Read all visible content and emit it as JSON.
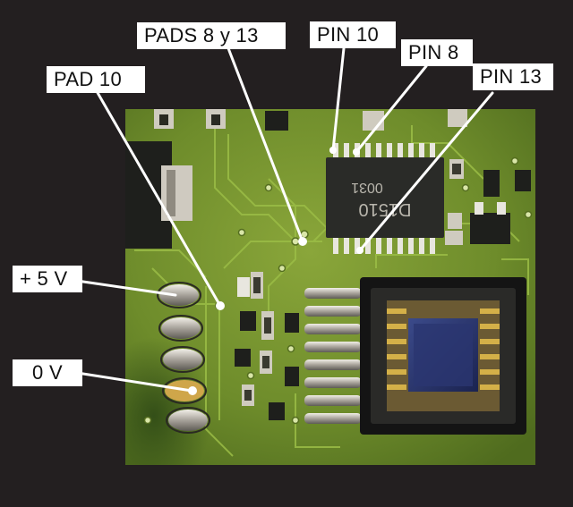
{
  "labels": {
    "pads_8_13": "PADS  8 y 13",
    "pin_10": "PIN 10",
    "pin_8": "PIN 8",
    "pin_13": "PIN 13",
    "pad_10": "PAD 10",
    "plus_5v": "+ 5 V",
    "zero_v": "0 V"
  },
  "chip_marking": {
    "line1": "D1510",
    "line2": "0031"
  },
  "colors": {
    "background": "#231f20",
    "pcb_green": "#6f8f2c",
    "label_bg": "#ffffff",
    "leader_line": "#ffffff"
  }
}
